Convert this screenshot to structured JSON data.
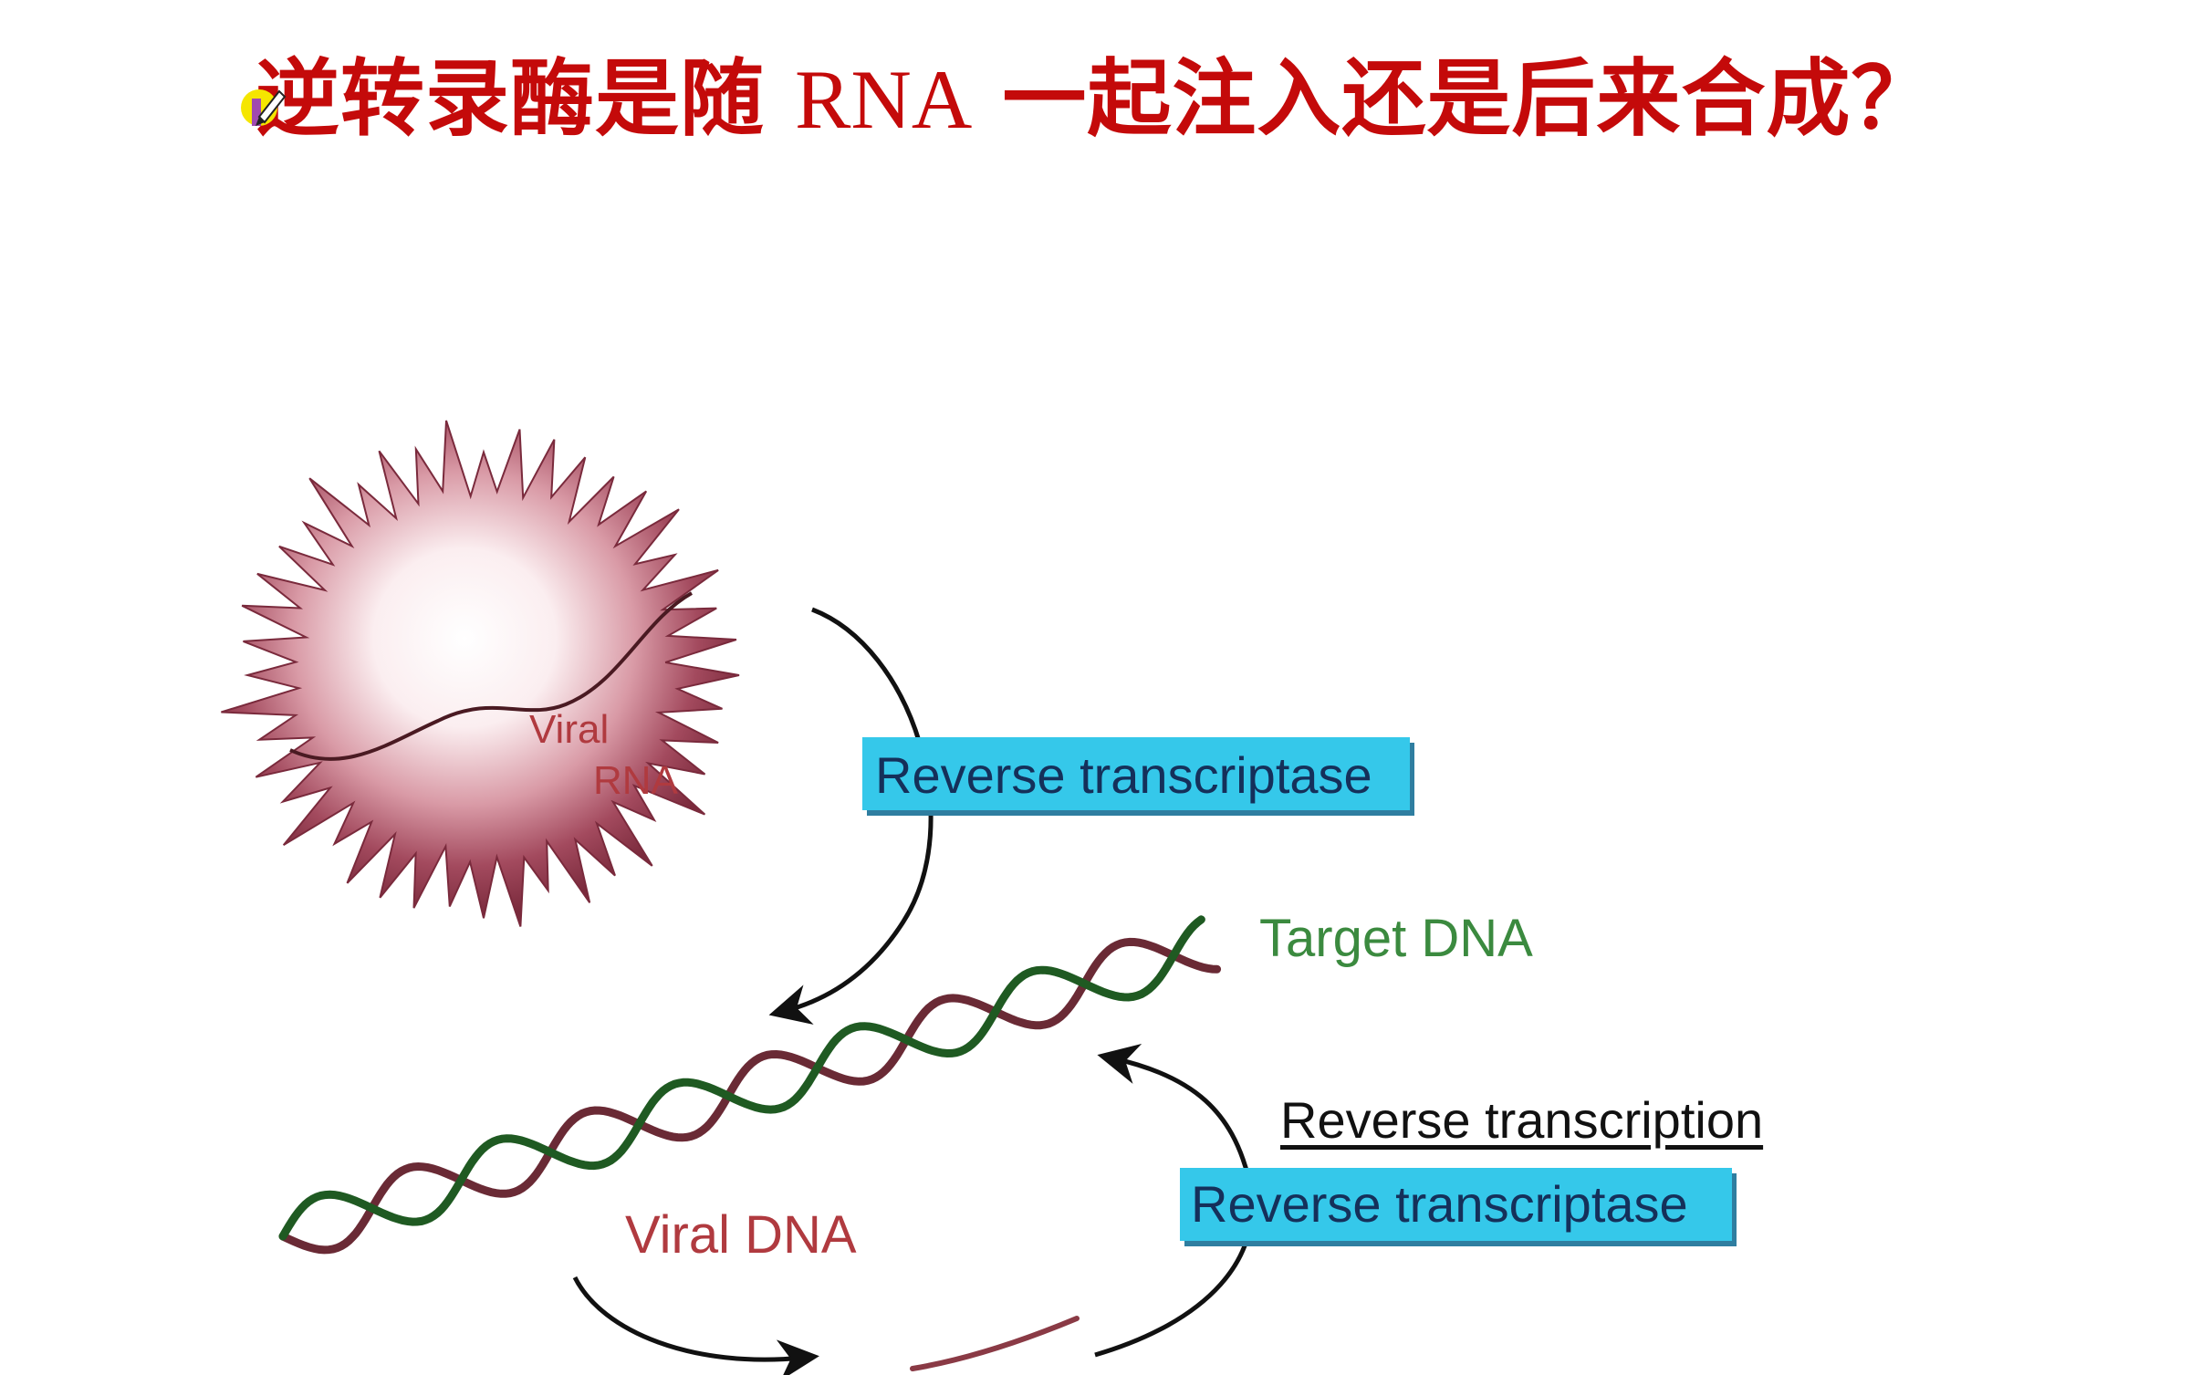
{
  "title": {
    "part1": "逆转录酶是随",
    "part2": "RNA",
    "part3": "一起注入还是后来合成？",
    "color": "#c40a0a"
  },
  "labels": {
    "viral_rna_line1": "Viral",
    "viral_rna_line2": "RNA",
    "reverse_transcriptase_top": "Reverse transcriptase",
    "target_dna": "Target DNA",
    "reverse_transcription": "Reverse transcription",
    "reverse_transcriptase_bottom": "Reverse transcriptase",
    "viral_dna": "Viral DNA"
  },
  "colors": {
    "viral_red": "#b03a3f",
    "target_green": "#3b8a3f",
    "box_fill": "#35c8ea",
    "box_text": "#15305a",
    "arrow": "#111111",
    "virus_spike": "#8e3a4c",
    "strand_dark_green": "#1f5a22",
    "strand_dark_red": "#6a2a35"
  },
  "icons": {
    "pointer": "pen-cursor-icon"
  }
}
